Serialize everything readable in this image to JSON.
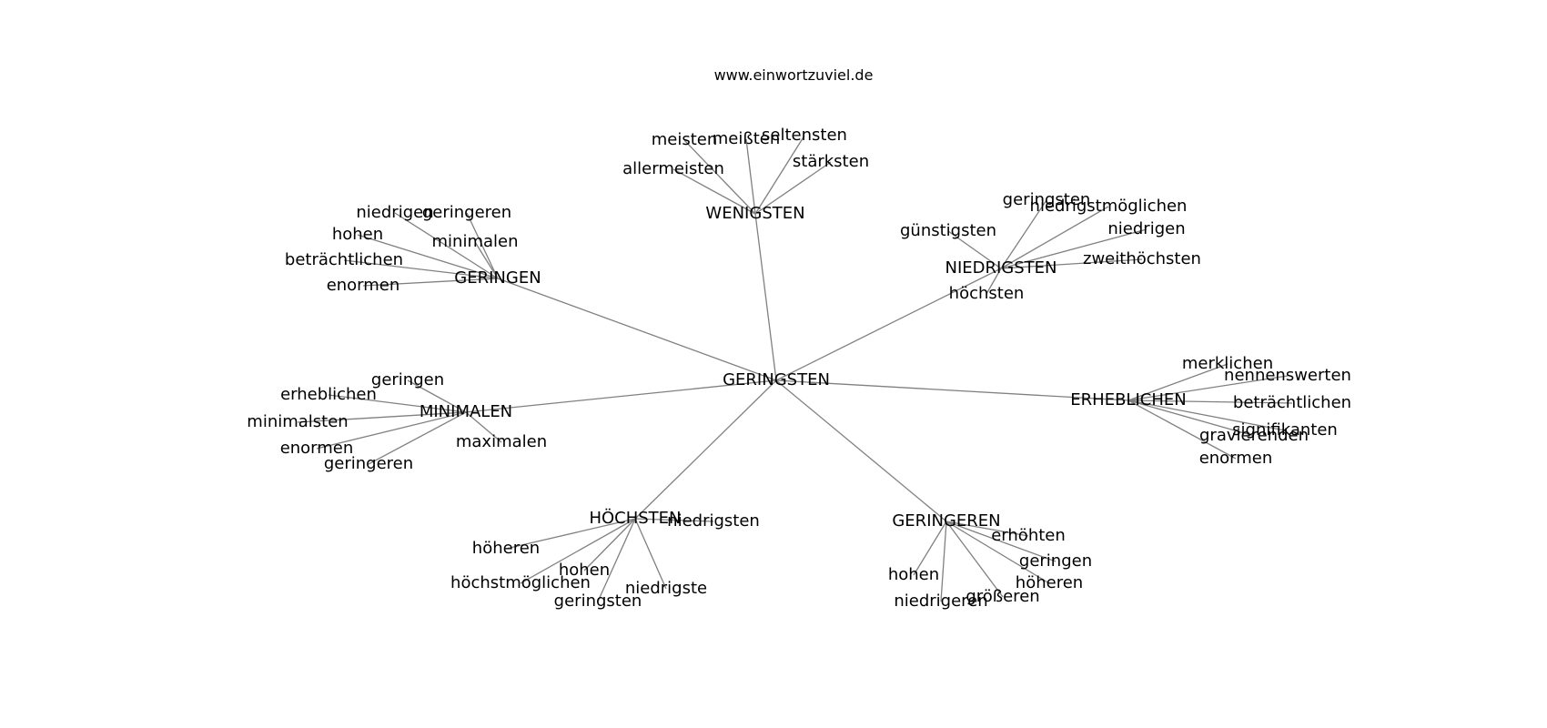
{
  "source": "www.einwortzuviel.de",
  "colors": {
    "edge": "#808080",
    "text": "#000000",
    "background": "#ffffff"
  },
  "graph": {
    "center": "GERINGSTEN",
    "clusters": [
      {
        "hub": "WENIGSTEN",
        "leaves": [
          "meisten",
          "meißten",
          "seltensten",
          "allermeisten",
          "stärksten"
        ]
      },
      {
        "hub": "GERINGEN",
        "leaves": [
          "niedrigen",
          "geringeren",
          "hohen",
          "minimalen",
          "beträchtlichen",
          "enormen"
        ]
      },
      {
        "hub": "NIEDRIGSTEN",
        "leaves": [
          "geringsten",
          "niedrigstmöglichen",
          "günstigsten",
          "niedrigen",
          "zweithöchsten",
          "höchsten"
        ]
      },
      {
        "hub": "MINIMALEN",
        "leaves": [
          "geringen",
          "erheblichen",
          "minimalsten",
          "maximalen",
          "enormen",
          "geringeren"
        ]
      },
      {
        "hub": "ERHEBLICHEN",
        "leaves": [
          "merklichen",
          "nennenswerten",
          "beträchtlichen",
          "signifikanten",
          "gravierenden",
          "enormen"
        ]
      },
      {
        "hub": "HÖCHSTEN",
        "leaves": [
          "niedrigsten",
          "höheren",
          "hohen",
          "höchstmöglichen",
          "niedrigste",
          "geringsten"
        ]
      },
      {
        "hub": "GERINGEREN",
        "leaves": [
          "erhöhten",
          "geringen",
          "hohen",
          "höheren",
          "größeren",
          "niedrigeren"
        ]
      }
    ]
  }
}
